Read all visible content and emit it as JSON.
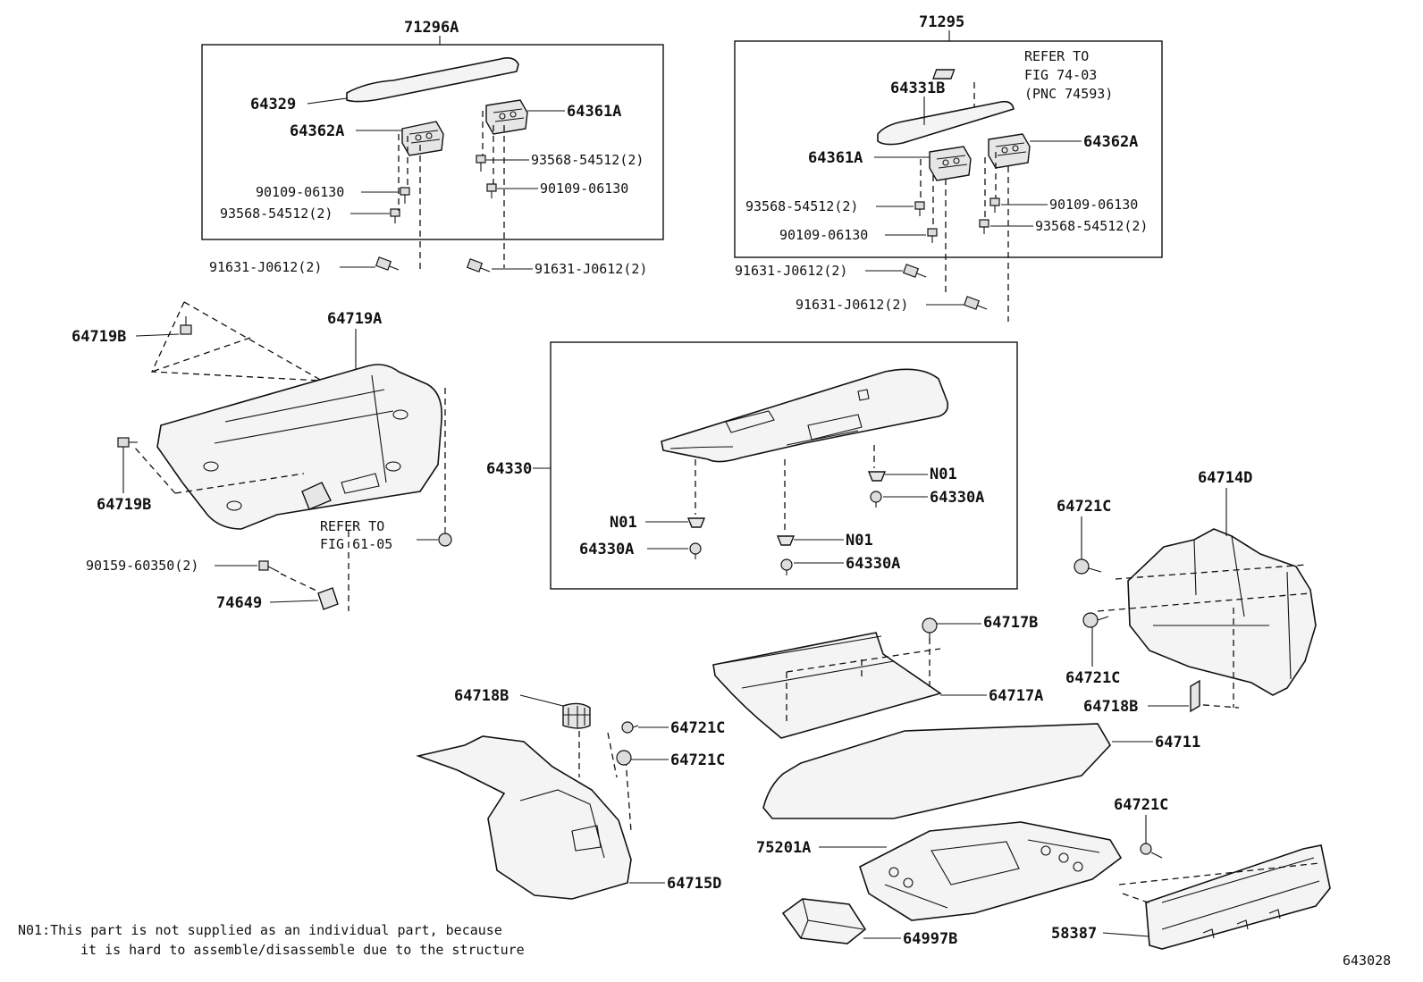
{
  "groups": {
    "left_assembly": "71296A",
    "right_assembly": "71295"
  },
  "labels": {
    "p64329": "64329",
    "p64362A_l": "64362A",
    "p64361A_l": "64361A",
    "p93568_l1": "93568-54512(2)",
    "p90109_l1": "90109-06130",
    "p90109_l2": "90109-06130",
    "p93568_l2": "93568-54512(2)",
    "p91631_l1": "91631-J0612(2)",
    "p91631_l2": "91631-J0612(2)",
    "p64331B": "64331B",
    "p64361A_r": "64361A",
    "p64362A_r": "64362A",
    "p93568_r1": "93568-54512(2)",
    "p90109_r1": "90109-06130",
    "p90109_r2": "90109-06130",
    "p93568_r2": "93568-54512(2)",
    "p91631_r1": "91631-J0612(2)",
    "p91631_r2": "91631-J0612(2)",
    "p64719B_top": "64719B",
    "p64719A": "64719A",
    "p64719B_bot": "64719B",
    "p90159": "90159-60350(2)",
    "p74649": "74649",
    "p64330": "64330",
    "p_n01_a": "N01",
    "p64330A_a": "64330A",
    "p_n01_b": "N01",
    "p64330A_b": "64330A",
    "p_n01_c": "N01",
    "p64330A_c": "64330A",
    "p64721C_a": "64721C",
    "p64714D": "64714D",
    "p64721C_b": "64721C",
    "p64718B_r": "64718B",
    "p64717B": "64717B",
    "p64717A": "64717A",
    "p64711": "64711",
    "p64718B_l": "64718B",
    "p64721C_c": "64721C",
    "p64721C_d": "64721C",
    "p64715D": "64715D",
    "p75201A": "75201A",
    "p64721C_e": "64721C",
    "p58387": "58387",
    "p64997B": "64997B"
  },
  "references": {
    "fig74_line1": "REFER TO",
    "fig74_line2": "FIG 74-03",
    "fig74_line3": "(PNC 74593)",
    "fig61_line1": "REFER TO",
    "fig61_line2": "FIG 61-05"
  },
  "footnote": {
    "line1": "N01:This part is not supplied as an individual part, because",
    "line2": "it is hard to assemble/disassemble due to the structure"
  },
  "figure_id": "643028"
}
